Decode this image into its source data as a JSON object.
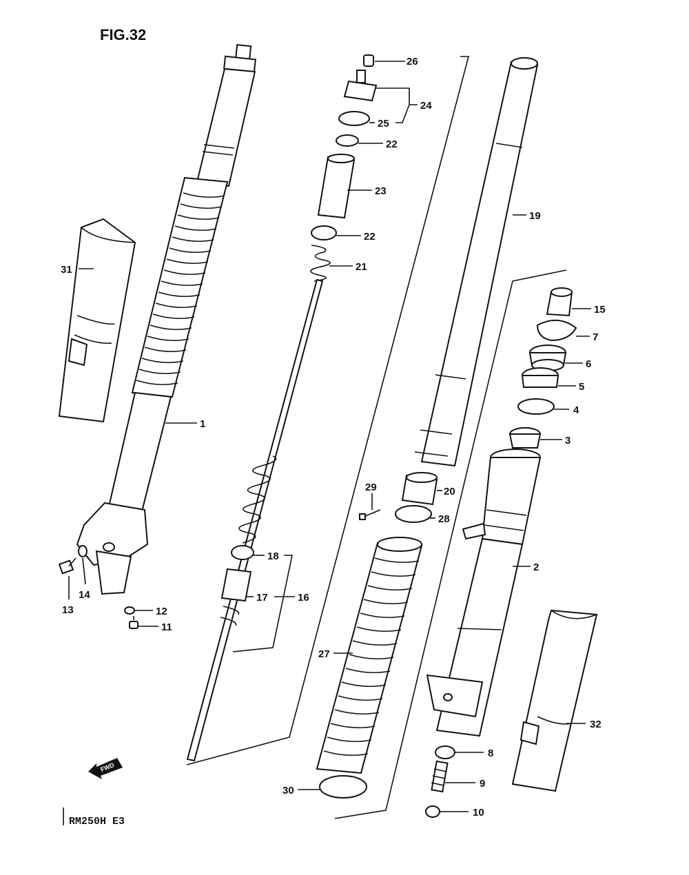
{
  "title": "FIG.32",
  "model_code": "RM250H  E3",
  "fwd_label": "FWD",
  "callouts": {
    "c1": "1",
    "c2": "2",
    "c3": "3",
    "c4": "4",
    "c5": "5",
    "c6": "6",
    "c7": "7",
    "c8": "8",
    "c9": "9",
    "c10": "10",
    "c11": "11",
    "c12": "12",
    "c13": "13",
    "c14": "14",
    "c15": "15",
    "c16": "16",
    "c17": "17",
    "c18": "18",
    "c19": "19",
    "c20": "20",
    "c21": "21",
    "c22a": "22",
    "c22b": "22",
    "c23": "23",
    "c24": "24",
    "c25": "25",
    "c26": "26",
    "c27": "27",
    "c28": "28",
    "c29": "29",
    "c30": "30",
    "c31": "31",
    "c32": "32"
  },
  "colors": {
    "ink": "#111111",
    "paper": "#ffffff"
  }
}
